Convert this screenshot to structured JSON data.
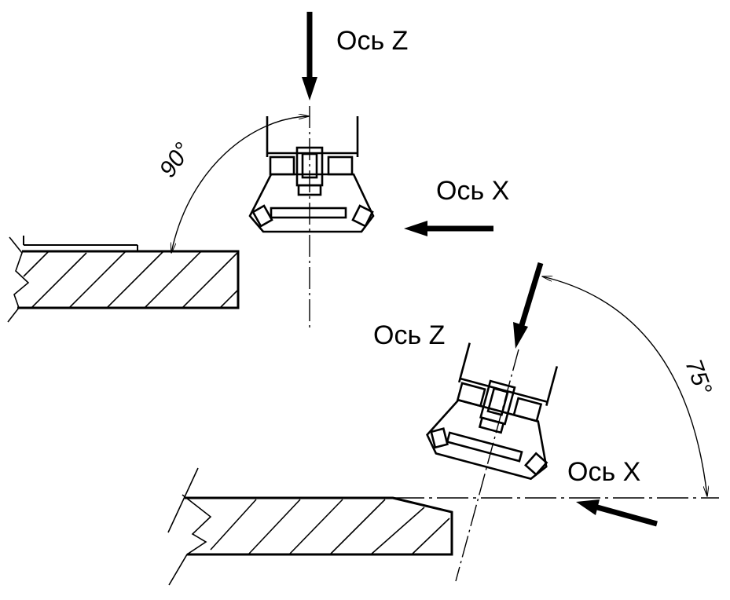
{
  "colors": {
    "line": "#000000",
    "background": "#ffffff"
  },
  "upper_setup": {
    "axis_z_label": "Ось Z",
    "axis_x_label": "Ось X",
    "angle_label": "90°"
  },
  "lower_setup": {
    "axis_z_label": "Ось Z",
    "axis_x_label": "Ось X",
    "angle_label": "75°"
  }
}
